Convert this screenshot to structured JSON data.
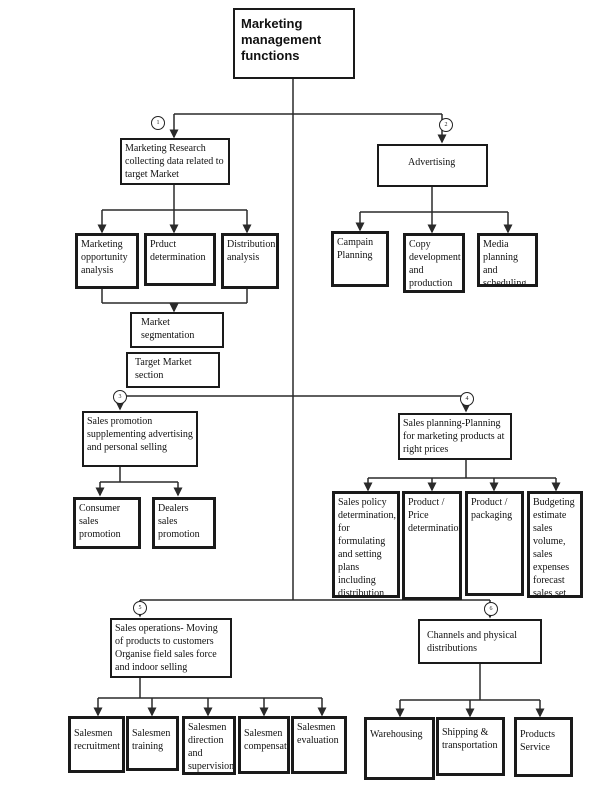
{
  "title": "Marketing\nmanagement\nfunctions",
  "markers": [
    "1",
    "2",
    "3",
    "4",
    "5",
    "6"
  ],
  "research": {
    "label": "Marketing Research collecting data related to target Market",
    "children": [
      "Marketing opportunity analysis",
      "Prduct determination",
      "Distribution analysis"
    ],
    "segmentation": "Market segmentation",
    "target": "Target Market section"
  },
  "advertising": {
    "label": "Advertising",
    "children": [
      "Campain Planning",
      "Copy development and production",
      "Media planning and scheduling"
    ]
  },
  "sales_promotion": {
    "label": "Sales promotion supplementing advertising and personal selling",
    "children": [
      "Consumer sales promotion",
      "Dealers sales promotion"
    ]
  },
  "sales_planning": {
    "label": "Sales planning-Planning for marketing products at right prices",
    "children": [
      "Sales policy determination, for formulating and setting plans including distribution channels",
      "Product / Price determination",
      "Product / packaging",
      "Budgeting estimate sales volume, sales expenses forecast sales set sales quota"
    ]
  },
  "sales_operations": {
    "label": "Sales operations- Moving of products to customers Organise field sales force and indoor selling",
    "children": [
      "Salesmen recruitment",
      "Salesmen training",
      "Salesmen direction and supervision",
      "Salesmen compensation",
      "Salesmen evaluation"
    ]
  },
  "channels": {
    "label": "Channels and physical distributions",
    "children": [
      "Warehousing",
      "Shipping & transportation",
      "Products Service"
    ]
  },
  "colors": {
    "line": "#2a2a2a",
    "border": "#1a1a1a",
    "background": "#ffffff"
  }
}
